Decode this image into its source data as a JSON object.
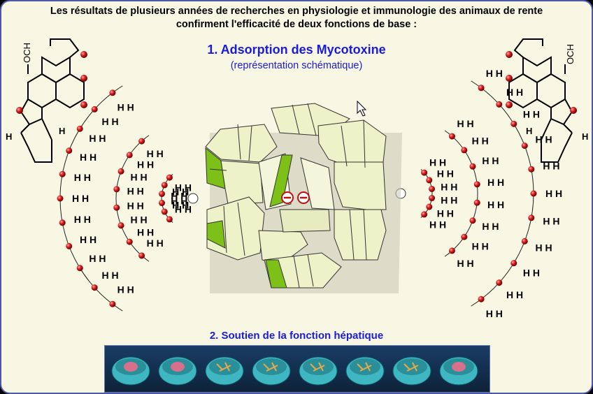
{
  "headline": {
    "line1": "Les résultats de plusieurs années de recherches en physiologie et immunologie des animaux de rente",
    "line2": "confirment l'efficacité de deux fonctions de base :"
  },
  "section1": {
    "title": "1. Adsorption des Mycotoxine",
    "subtitle": "(représentation schématique)"
  },
  "section2": {
    "title": "2. Soutien de la fonction hépatique"
  },
  "molecule": {
    "group_label": "OCH",
    "hydrogen_label": "H"
  },
  "diagram": {
    "hydrogen_pair_label": "H H",
    "charge_symbol": "−"
  },
  "colors": {
    "background": "#f7f7e3",
    "title_blue": "#1a1ae0",
    "zeolite_fill": "#eef2c8",
    "zeolite_green": "#7cc018",
    "atom_red": "#d81818",
    "cell_cyan": "#3fb7c2"
  },
  "icons": [
    "mouse-cursor-icon"
  ],
  "cell_division_stages": [
    "cell-stage-1",
    "cell-stage-2",
    "cell-stage-3",
    "cell-stage-4",
    "cell-stage-5",
    "cell-stage-6",
    "cell-stage-7",
    "cell-stage-8"
  ]
}
